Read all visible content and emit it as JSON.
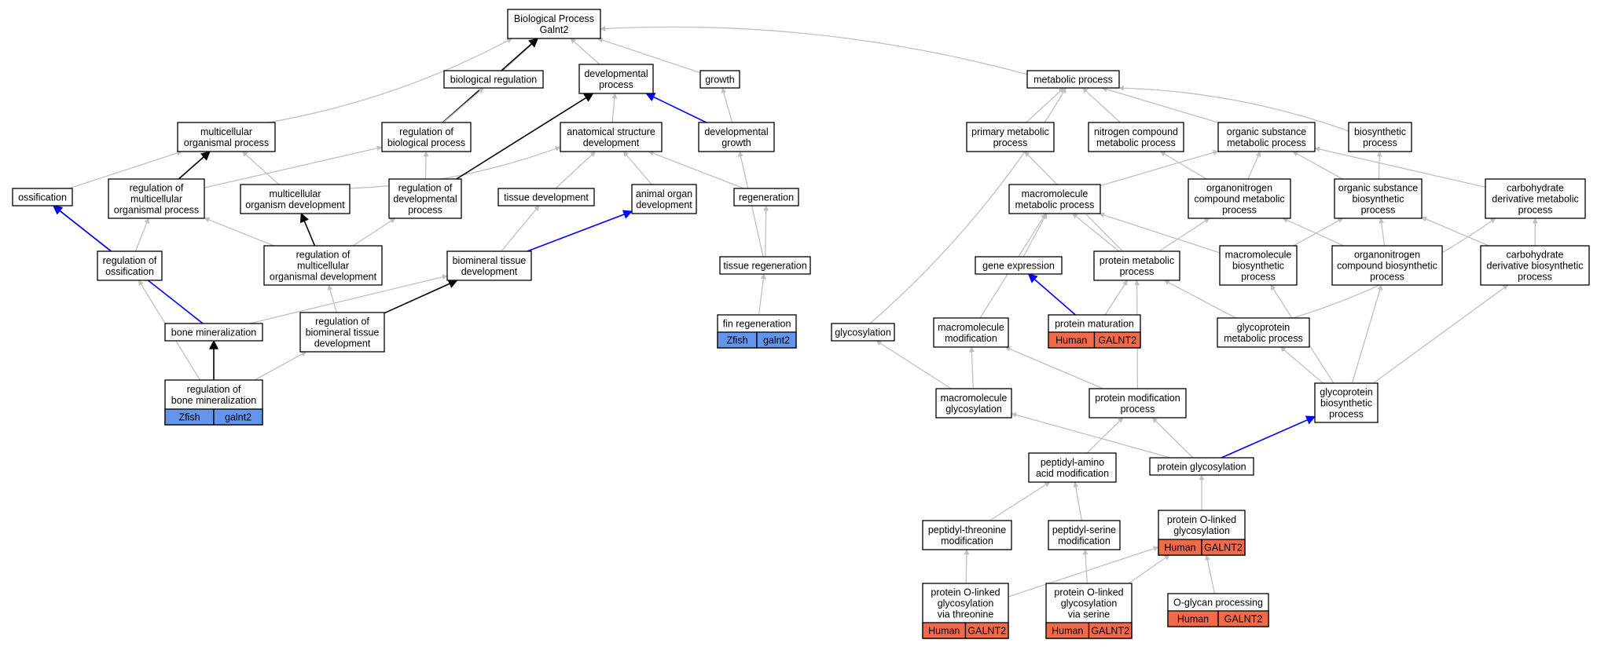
{
  "colors": {
    "human": "#f26a4b",
    "zfish": "#6495ed",
    "gray_edge": "#c0c0c0",
    "black_edge": "#000000",
    "blue_edge": "#0000ff"
  },
  "nodes": {
    "root": [
      "Biological Process",
      "Galnt2"
    ],
    "biological_regulation": [
      "biological regulation"
    ],
    "developmental_process": [
      "developmental",
      "process"
    ],
    "growth": [
      "growth"
    ],
    "metabolic_process": [
      "metabolic process"
    ],
    "multicellular_organismal_process": [
      "multicellular",
      "organismal process"
    ],
    "regulation_of_biological_process": [
      "regulation of",
      "biological process"
    ],
    "anatomical_structure_development": [
      "anatomical structure",
      "development"
    ],
    "developmental_growth": [
      "developmental",
      "growth"
    ],
    "primary_metabolic_process": [
      "primary metabolic",
      "process"
    ],
    "nitrogen_compound_metabolic_process": [
      "nitrogen compound",
      "metabolic process"
    ],
    "organic_substance_metabolic_process": [
      "organic substance",
      "metabolic process"
    ],
    "biosynthetic_process": [
      "biosynthetic",
      "process"
    ],
    "ossification": [
      "ossification"
    ],
    "regulation_of_multicellular_organismal_process": [
      "regulation of",
      "multicellular",
      "organismal process"
    ],
    "multicellular_organism_development": [
      "multicellular",
      "organism development"
    ],
    "regulation_of_developmental_process": [
      "regulation of",
      "developmental",
      "process"
    ],
    "tissue_development": [
      "tissue development"
    ],
    "animal_organ_development": [
      "animal organ",
      "development"
    ],
    "regeneration": [
      "regeneration"
    ],
    "macromolecule_metabolic_process": [
      "macromolecule",
      "metabolic process"
    ],
    "organonitrogen_compound_metabolic_process": [
      "organonitrogen",
      "compound metabolic",
      "process"
    ],
    "organic_substance_biosynthetic_process": [
      "organic substance",
      "biosynthetic",
      "process"
    ],
    "carbohydrate_derivative_metabolic_process": [
      "carbohydrate",
      "derivative metabolic",
      "process"
    ],
    "regulation_of_ossification": [
      "regulation of",
      "ossification"
    ],
    "regulation_of_multicellular_organismal_development": [
      "regulation of",
      "multicellular",
      "organismal development"
    ],
    "biomineral_tissue_development": [
      "biomineral tissue",
      "development"
    ],
    "tissue_regeneration": [
      "tissue regeneration"
    ],
    "gene_expression": [
      "gene expression"
    ],
    "protein_metabolic_process": [
      "protein metabolic",
      "process"
    ],
    "macromolecule_biosynthetic_process": [
      "macromolecule",
      "biosynthetic",
      "process"
    ],
    "organonitrogen_compound_biosynthetic_process": [
      "organonitrogen",
      "compound biosynthetic",
      "process"
    ],
    "carbohydrate_derivative_biosynthetic_process": [
      "carbohydrate",
      "derivative biosynthetic",
      "process"
    ],
    "bone_mineralization": [
      "bone mineralization"
    ],
    "regulation_of_biomineral_tissue_development": [
      "regulation of",
      "biomineral tissue",
      "development"
    ],
    "fin_regeneration": [
      "fin regeneration"
    ],
    "glycosylation": [
      "glycosylation"
    ],
    "macromolecule_modification": [
      "macromolecule",
      "modification"
    ],
    "protein_maturation": [
      "protein maturation"
    ],
    "glycoprotein_metabolic_process": [
      "glycoprotein",
      "metabolic process"
    ],
    "regulation_of_bone_mineralization": [
      "regulation of",
      "bone mineralization"
    ],
    "macromolecule_glycosylation": [
      "macromolecule",
      "glycosylation"
    ],
    "protein_modification_process": [
      "protein modification",
      "process"
    ],
    "glycoprotein_biosynthetic_process": [
      "glycoprotein",
      "biosynthetic",
      "process"
    ],
    "peptidyl_amino_acid_modification": [
      "peptidyl-amino",
      "acid modification"
    ],
    "protein_glycosylation": [
      "protein glycosylation"
    ],
    "peptidyl_threonine_modification": [
      "peptidyl-threonine",
      "modification"
    ],
    "peptidyl_serine_modification": [
      "peptidyl-serine",
      "modification"
    ],
    "protein_o_linked_glycosylation": [
      "protein O-linked",
      "glycosylation"
    ],
    "protein_o_linked_glycosylation_via_threonine": [
      "protein O-linked",
      "glycosylation",
      "via threonine"
    ],
    "protein_o_linked_glycosylation_via_serine": [
      "protein O-linked",
      "glycosylation",
      "via serine"
    ],
    "o_glycan_processing": [
      "O-glycan processing"
    ]
  },
  "annotations": {
    "fin_regeneration": [
      "Zfish",
      "galnt2"
    ],
    "regulation_of_bone_mineralization": [
      "Zfish",
      "galnt2"
    ],
    "protein_maturation": [
      "Human",
      "GALNT2"
    ],
    "protein_o_linked_glycosylation": [
      "Human",
      "GALNT2"
    ],
    "protein_o_linked_glycosylation_via_threonine": [
      "Human",
      "GALNT2"
    ],
    "protein_o_linked_glycosylation_via_serine": [
      "Human",
      "GALNT2"
    ],
    "o_glycan_processing": [
      "Human",
      "GALNT2"
    ]
  },
  "edges": [
    [
      "biological_regulation",
      "root",
      "gray"
    ],
    [
      "developmental_process",
      "root",
      "gray"
    ],
    [
      "growth",
      "root",
      "gray"
    ],
    [
      "metabolic_process",
      "root",
      "gray"
    ],
    [
      "multicellular_organismal_process",
      "root",
      "gray"
    ],
    [
      "regulation_of_biological_process",
      "root",
      "black"
    ],
    [
      "regulation_of_biological_process",
      "biological_regulation",
      "gray"
    ],
    [
      "anatomical_structure_development",
      "developmental_process",
      "gray"
    ],
    [
      "developmental_growth",
      "developmental_process",
      "blue"
    ],
    [
      "developmental_growth",
      "growth",
      "gray"
    ],
    [
      "primary_metabolic_process",
      "metabolic_process",
      "gray"
    ],
    [
      "nitrogen_compound_metabolic_process",
      "metabolic_process",
      "gray"
    ],
    [
      "organic_substance_metabolic_process",
      "metabolic_process",
      "gray"
    ],
    [
      "biosynthetic_process",
      "metabolic_process",
      "gray"
    ],
    [
      "glycosylation",
      "metabolic_process",
      "gray"
    ],
    [
      "ossification",
      "multicellular_organismal_process",
      "gray"
    ],
    [
      "regulation_of_multicellular_organismal_process",
      "multicellular_organismal_process",
      "black"
    ],
    [
      "regulation_of_multicellular_organismal_process",
      "regulation_of_biological_process",
      "gray"
    ],
    [
      "multicellular_organism_development",
      "multicellular_organismal_process",
      "gray"
    ],
    [
      "multicellular_organism_development",
      "anatomical_structure_development",
      "gray"
    ],
    [
      "regulation_of_developmental_process",
      "regulation_of_biological_process",
      "gray"
    ],
    [
      "regulation_of_developmental_process",
      "developmental_process",
      "black"
    ],
    [
      "tissue_development",
      "anatomical_structure_development",
      "gray"
    ],
    [
      "animal_organ_development",
      "anatomical_structure_development",
      "gray"
    ],
    [
      "regeneration",
      "anatomical_structure_development",
      "gray"
    ],
    [
      "macromolecule_metabolic_process",
      "organic_substance_metabolic_process",
      "gray"
    ],
    [
      "organonitrogen_compound_metabolic_process",
      "nitrogen_compound_metabolic_process",
      "gray"
    ],
    [
      "organonitrogen_compound_metabolic_process",
      "organic_substance_metabolic_process",
      "gray"
    ],
    [
      "organic_substance_biosynthetic_process",
      "organic_substance_metabolic_process",
      "gray"
    ],
    [
      "organic_substance_biosynthetic_process",
      "biosynthetic_process",
      "gray"
    ],
    [
      "carbohydrate_derivative_metabolic_process",
      "organic_substance_metabolic_process",
      "gray"
    ],
    [
      "regulation_of_ossification",
      "ossification",
      "black"
    ],
    [
      "regulation_of_ossification",
      "regulation_of_multicellular_organismal_process",
      "gray"
    ],
    [
      "regulation_of_multicellular_organismal_development",
      "regulation_of_multicellular_organismal_process",
      "gray"
    ],
    [
      "regulation_of_multicellular_organismal_development",
      "multicellular_organism_development",
      "black"
    ],
    [
      "regulation_of_multicellular_organismal_development",
      "regulation_of_developmental_process",
      "gray"
    ],
    [
      "biomineral_tissue_development",
      "tissue_development",
      "gray"
    ],
    [
      "biomineral_tissue_development",
      "animal_organ_development",
      "blue"
    ],
    [
      "tissue_regeneration",
      "regeneration",
      "gray"
    ],
    [
      "tissue_regeneration",
      "developmental_growth",
      "gray"
    ],
    [
      "gene_expression",
      "macromolecule_metabolic_process",
      "gray"
    ],
    [
      "protein_metabolic_process",
      "macromolecule_metabolic_process",
      "gray"
    ],
    [
      "protein_metabolic_process",
      "organonitrogen_compound_metabolic_process",
      "gray"
    ],
    [
      "protein_metabolic_process",
      "primary_metabolic_process",
      "gray"
    ],
    [
      "macromolecule_biosynthetic_process",
      "macromolecule_metabolic_process",
      "gray"
    ],
    [
      "macromolecule_biosynthetic_process",
      "organic_substance_biosynthetic_process",
      "gray"
    ],
    [
      "organonitrogen_compound_biosynthetic_process",
      "organonitrogen_compound_metabolic_process",
      "gray"
    ],
    [
      "organonitrogen_compound_biosynthetic_process",
      "organic_substance_biosynthetic_process",
      "gray"
    ],
    [
      "carbohydrate_derivative_biosynthetic_process",
      "organic_substance_biosynthetic_process",
      "gray"
    ],
    [
      "carbohydrate_derivative_biosynthetic_process",
      "carbohydrate_derivative_metabolic_process",
      "gray"
    ],
    [
      "bone_mineralization",
      "ossification",
      "blue"
    ],
    [
      "bone_mineralization",
      "biomineral_tissue_development",
      "gray"
    ],
    [
      "regulation_of_biomineral_tissue_development",
      "regulation_of_multicellular_organismal_development",
      "gray"
    ],
    [
      "regulation_of_biomineral_tissue_development",
      "biomineral_tissue_development",
      "black"
    ],
    [
      "fin_regeneration",
      "tissue_regeneration",
      "gray"
    ],
    [
      "macromolecule_modification",
      "macromolecule_metabolic_process",
      "gray"
    ],
    [
      "protein_maturation",
      "gene_expression",
      "blue"
    ],
    [
      "protein_maturation",
      "protein_metabolic_process",
      "gray"
    ],
    [
      "glycoprotein_metabolic_process",
      "protein_metabolic_process",
      "gray"
    ],
    [
      "glycoprotein_metabolic_process",
      "carbohydrate_derivative_metabolic_process",
      "gray"
    ],
    [
      "regulation_of_bone_mineralization",
      "bone_mineralization",
      "black"
    ],
    [
      "regulation_of_bone_mineralization",
      "regulation_of_ossification",
      "gray"
    ],
    [
      "regulation_of_bone_mineralization",
      "regulation_of_biomineral_tissue_development",
      "gray"
    ],
    [
      "macromolecule_glycosylation",
      "glycosylation",
      "gray"
    ],
    [
      "macromolecule_glycosylation",
      "macromolecule_modification",
      "gray"
    ],
    [
      "protein_modification_process",
      "macromolecule_modification",
      "gray"
    ],
    [
      "protein_modification_process",
      "protein_metabolic_process",
      "gray"
    ],
    [
      "glycoprotein_biosynthetic_process",
      "glycoprotein_metabolic_process",
      "gray"
    ],
    [
      "glycoprotein_biosynthetic_process",
      "macromolecule_biosynthetic_process",
      "gray"
    ],
    [
      "glycoprotein_biosynthetic_process",
      "organonitrogen_compound_biosynthetic_process",
      "gray"
    ],
    [
      "glycoprotein_biosynthetic_process",
      "carbohydrate_derivative_biosynthetic_process",
      "gray"
    ],
    [
      "peptidyl_amino_acid_modification",
      "protein_modification_process",
      "gray"
    ],
    [
      "protein_glycosylation",
      "macromolecule_glycosylation",
      "gray"
    ],
    [
      "protein_glycosylation",
      "protein_modification_process",
      "gray"
    ],
    [
      "protein_glycosylation",
      "glycoprotein_biosynthetic_process",
      "blue"
    ],
    [
      "peptidyl_threonine_modification",
      "peptidyl_amino_acid_modification",
      "gray"
    ],
    [
      "peptidyl_serine_modification",
      "peptidyl_amino_acid_modification",
      "gray"
    ],
    [
      "protein_o_linked_glycosylation",
      "protein_glycosylation",
      "gray"
    ],
    [
      "protein_o_linked_glycosylation_via_threonine",
      "peptidyl_threonine_modification",
      "gray"
    ],
    [
      "protein_o_linked_glycosylation_via_threonine",
      "protein_o_linked_glycosylation",
      "gray"
    ],
    [
      "protein_o_linked_glycosylation_via_serine",
      "peptidyl_serine_modification",
      "gray"
    ],
    [
      "protein_o_linked_glycosylation_via_serine",
      "protein_o_linked_glycosylation",
      "gray"
    ],
    [
      "o_glycan_processing",
      "protein_o_linked_glycosylation",
      "gray"
    ]
  ]
}
